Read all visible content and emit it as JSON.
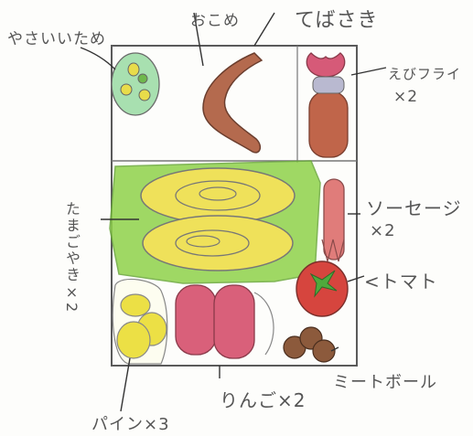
{
  "labels": {
    "vegetables": "やさいいため",
    "rice": "おこめ",
    "wings": "てばさき",
    "shrimp": "えびフライ",
    "shrimp_qty": "×2",
    "sausage": "ソーセージ",
    "sausage_qty": "×2",
    "tomato": "<トマト",
    "tamagoyaki": "たまごやき×2",
    "meatball": "ミートボール",
    "apple": "りんご×2",
    "pineapple": "パイン×3"
  },
  "colors": {
    "outline": "#5a5a5a",
    "lettuce": "#8fd24a",
    "egg": "#efe15a",
    "wing": "#b46a4e",
    "shrimp_tail": "#d65a78",
    "shrimp_body": "#c0654a",
    "sausage": "#e07c7a",
    "tomato": "#d6453e",
    "apple": "#d9607a",
    "pineapple": "#ece045",
    "meatball": "#8c5a3c",
    "veg_green": "#7bc68a"
  }
}
